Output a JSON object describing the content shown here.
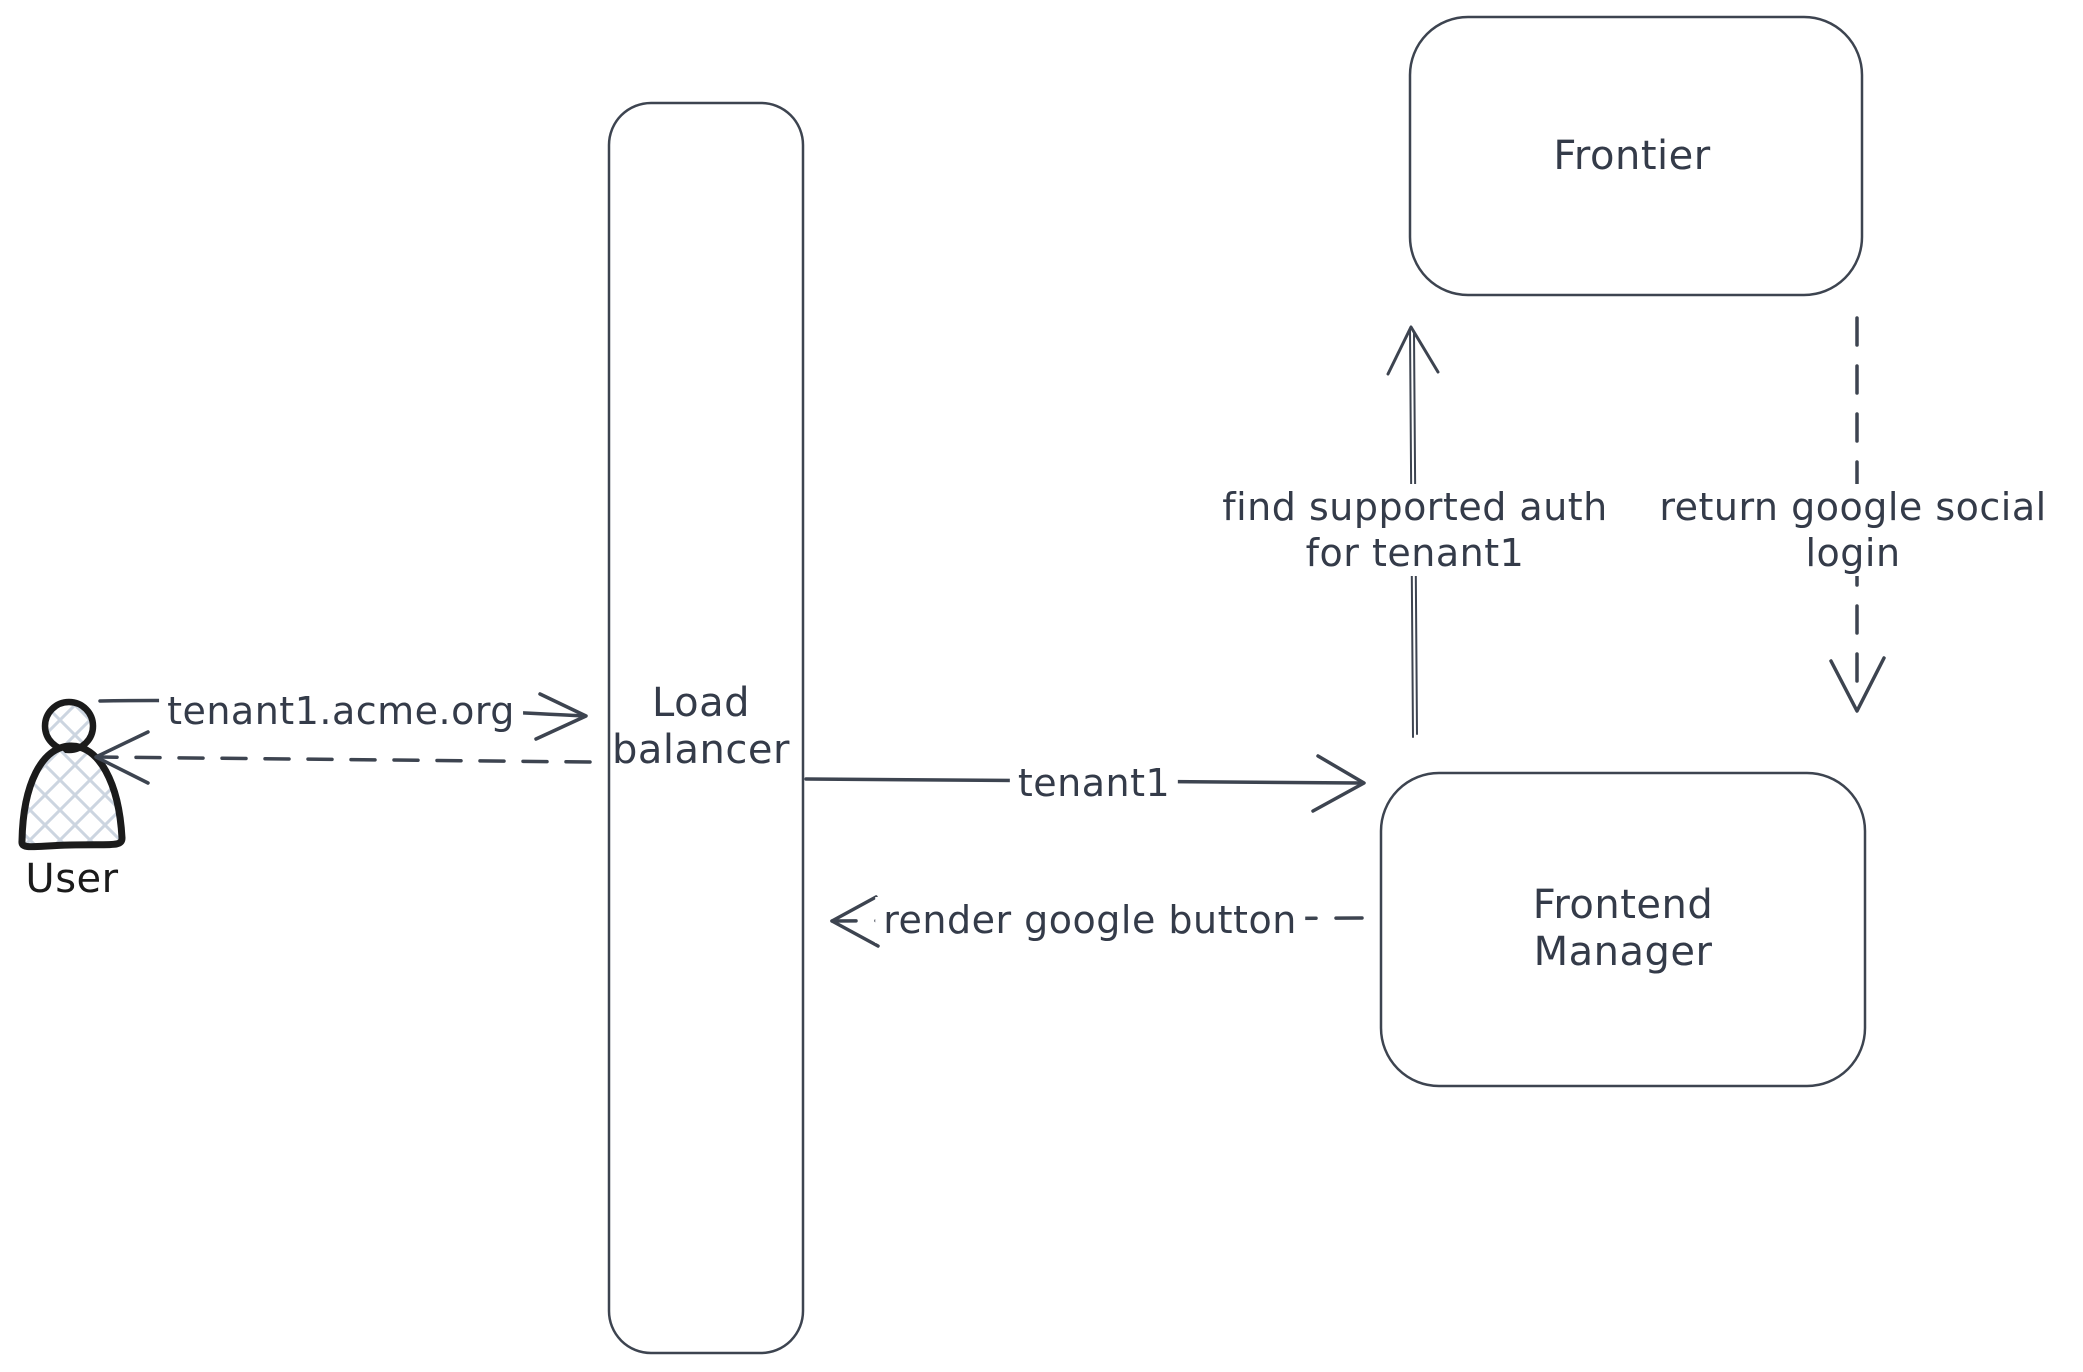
{
  "diagram": {
    "type": "flow-diagram",
    "colors": {
      "background": "#ffffff",
      "stroke": "#3d4450",
      "text": "#343b49",
      "user_figure_stroke": "#1b1b1b",
      "user_figure_hatch": "#ccd5e0"
    },
    "actors": {
      "user": {
        "label": "User"
      }
    },
    "nodes": {
      "load_balancer": {
        "line1": "Load",
        "line2": "balancer"
      },
      "frontier": {
        "label": "Frontier"
      },
      "frontend_manager": {
        "line1": "Frontend",
        "line2": "Manager"
      }
    },
    "edges": {
      "user_to_load_balancer": {
        "label": "tenant1.acme.org",
        "style": "solid",
        "direction": "right"
      },
      "load_balancer_to_user": {
        "style": "dashed",
        "direction": "left"
      },
      "load_balancer_to_frontend_manager": {
        "label": "tenant1",
        "style": "solid",
        "direction": "right"
      },
      "frontend_manager_to_load_balancer": {
        "label": "render google button",
        "style": "dashed",
        "direction": "left"
      },
      "frontend_manager_to_frontier": {
        "line1": "find supported auth",
        "line2": "for tenant1",
        "style": "solid",
        "direction": "up"
      },
      "frontier_to_frontend_manager": {
        "line1": "return google social",
        "line2": "login",
        "style": "dashed",
        "direction": "down"
      }
    }
  }
}
